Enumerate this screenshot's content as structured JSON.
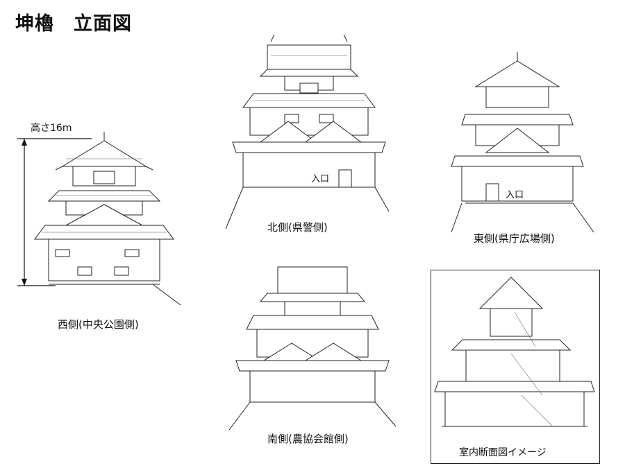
{
  "title": "坤櫓　立面図",
  "height_label": "高さ16m",
  "views": {
    "west": {
      "caption": "西側(中央公園側)"
    },
    "north": {
      "caption": "北側(県警側)",
      "entrance": "入口"
    },
    "east": {
      "caption": "東側(県庁広場側)",
      "entrance": "入口"
    },
    "south": {
      "caption": "南側(農協会館側)"
    }
  },
  "section": {
    "caption": "室内断面図イメージ"
  }
}
